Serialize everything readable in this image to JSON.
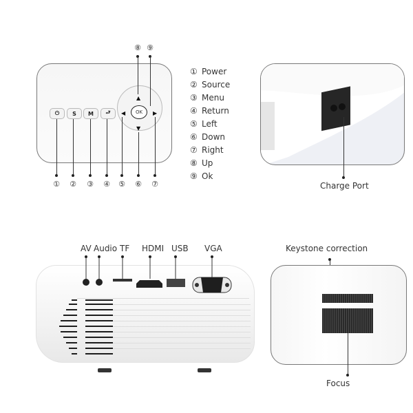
{
  "control_panel": {
    "buttons": [
      {
        "id": 1,
        "glyph": "⏻",
        "name": "Power"
      },
      {
        "id": 2,
        "glyph": "S",
        "name": "Source"
      },
      {
        "id": 3,
        "glyph": "M",
        "name": "Menu"
      },
      {
        "id": 4,
        "glyph": "⮐",
        "name": "Return"
      }
    ],
    "dpad": {
      "ok_label": "OK",
      "up": "▲",
      "down": "▼",
      "left": "◀",
      "right": "▶"
    },
    "bottom_numbers": [
      "①",
      "②",
      "③",
      "④",
      "⑤",
      "⑥",
      "⑦"
    ],
    "top_numbers": [
      "⑧",
      "⑨"
    ]
  },
  "legend": [
    {
      "num": "①",
      "label": "Power"
    },
    {
      "num": "②",
      "label": "Source"
    },
    {
      "num": "③",
      "label": "Menu"
    },
    {
      "num": "④",
      "label": "Return"
    },
    {
      "num": "⑤",
      "label": "Left"
    },
    {
      "num": "⑥",
      "label": "Down"
    },
    {
      "num": "⑦",
      "label": "Right"
    },
    {
      "num": "⑧",
      "label": "Up"
    },
    {
      "num": "⑨",
      "label": "Ok"
    }
  ],
  "charge_port": {
    "label": "Charge Port"
  },
  "ports": [
    {
      "label": "AV"
    },
    {
      "label": "Audio"
    },
    {
      "label": "TF"
    },
    {
      "label": "HDMI"
    },
    {
      "label": "USB"
    },
    {
      "label": "VGA"
    }
  ],
  "lens_controls": {
    "keystone_label": "Keystone correction",
    "focus_label": "Focus"
  }
}
